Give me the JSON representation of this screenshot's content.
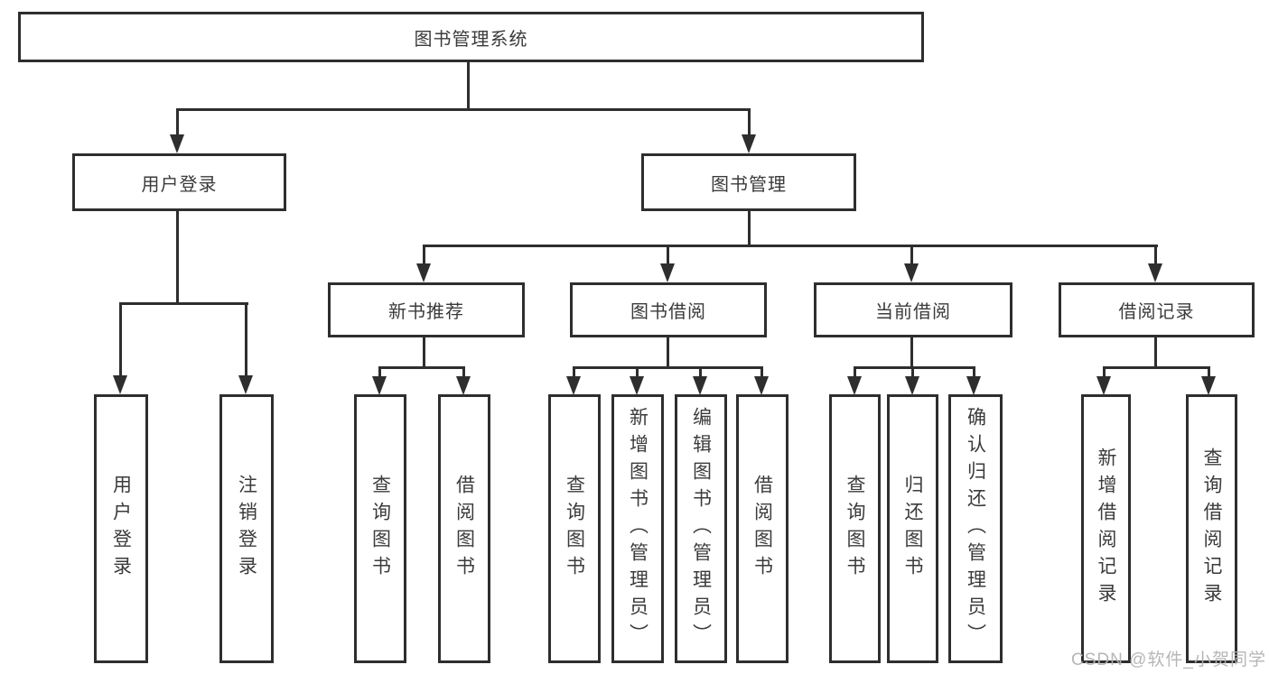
{
  "diagram": {
    "root": {
      "label": "图书管理系统"
    },
    "level2": {
      "user_login": {
        "label": "用户登录"
      },
      "book_mgmt": {
        "label": "图书管理"
      }
    },
    "level3": {
      "new_books": {
        "label": "新书推荐"
      },
      "book_borrow": {
        "label": "图书借阅"
      },
      "current_borrow": {
        "label": "当前借阅"
      },
      "borrow_records": {
        "label": "借阅记录"
      }
    },
    "leaves": {
      "user_login": [
        "用户登录",
        "注销登录"
      ],
      "new_books": [
        "查询图书",
        "借阅图书"
      ],
      "book_borrow": [
        "查询图书",
        "新增图书（管理员）",
        "编辑图书（管理员）",
        "借阅图书"
      ],
      "current_borrow": [
        "查询图书",
        "归还图书",
        "确认归还（管理员）"
      ],
      "borrow_records": [
        "新增借阅记录",
        "查询借阅记录"
      ]
    }
  },
  "watermark": {
    "text": "CSDN @软件_小贺同学"
  },
  "colors": {
    "line": "#2e2e2e",
    "box_border": "#2e2e2e",
    "text": "#3b3b3b",
    "background": "#ffffff",
    "watermark": "#b2b2b2"
  }
}
